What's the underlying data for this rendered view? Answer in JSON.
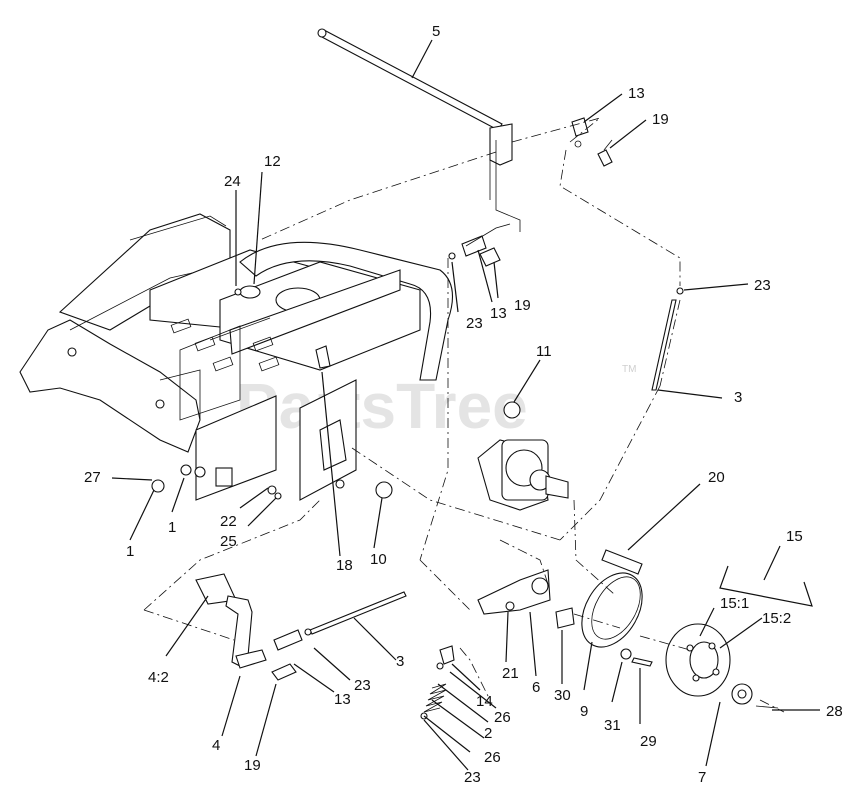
{
  "watermark": {
    "text": "PartsTree",
    "mark": "TM"
  },
  "callouts": [
    {
      "id": "c5",
      "label": "5"
    },
    {
      "id": "c13a",
      "label": "13"
    },
    {
      "id": "c19a",
      "label": "19"
    },
    {
      "id": "c12",
      "label": "12"
    },
    {
      "id": "c24",
      "label": "24"
    },
    {
      "id": "c23a",
      "label": "23"
    },
    {
      "id": "c13b",
      "label": "13"
    },
    {
      "id": "c19b",
      "label": "19"
    },
    {
      "id": "c23b",
      "label": "23"
    },
    {
      "id": "c11",
      "label": "11"
    },
    {
      "id": "c3a",
      "label": "3"
    },
    {
      "id": "c20",
      "label": "20"
    },
    {
      "id": "c15",
      "label": "15"
    },
    {
      "id": "c15_1",
      "label": "15:1"
    },
    {
      "id": "c15_2",
      "label": "15:2"
    },
    {
      "id": "c27",
      "label": "27"
    },
    {
      "id": "c1a",
      "label": "1"
    },
    {
      "id": "c1b",
      "label": "1"
    },
    {
      "id": "c22",
      "label": "22"
    },
    {
      "id": "c25",
      "label": "25"
    },
    {
      "id": "c18",
      "label": "18"
    },
    {
      "id": "c10",
      "label": "10"
    },
    {
      "id": "c4_2",
      "label": "4:2"
    },
    {
      "id": "c3b",
      "label": "3"
    },
    {
      "id": "c23c",
      "label": "23"
    },
    {
      "id": "c13c",
      "label": "13"
    },
    {
      "id": "c21",
      "label": "21"
    },
    {
      "id": "c14",
      "label": "14"
    },
    {
      "id": "c6",
      "label": "6"
    },
    {
      "id": "c30",
      "label": "30"
    },
    {
      "id": "c9",
      "label": "9"
    },
    {
      "id": "c31",
      "label": "31"
    },
    {
      "id": "c29",
      "label": "29"
    },
    {
      "id": "c28",
      "label": "28"
    },
    {
      "id": "c26a",
      "label": "26"
    },
    {
      "id": "c2",
      "label": "2"
    },
    {
      "id": "c26b",
      "label": "26"
    },
    {
      "id": "c23d",
      "label": "23"
    },
    {
      "id": "c4",
      "label": "4"
    },
    {
      "id": "c19c",
      "label": "19"
    },
    {
      "id": "c7",
      "label": "7"
    }
  ]
}
